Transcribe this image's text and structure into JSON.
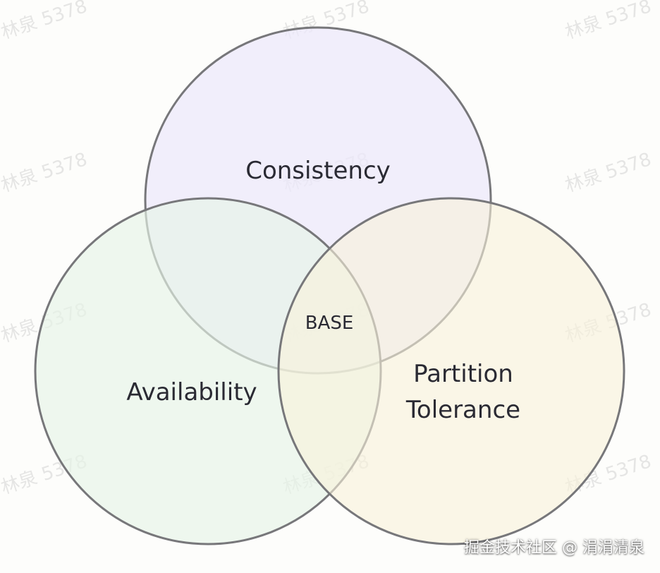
{
  "diagram": {
    "sets": [
      {
        "label": "Consistency",
        "fill": "#ece8fb",
        "stroke": "#77777a"
      },
      {
        "label": "Availability",
        "fill": "#e6f4e6",
        "stroke": "#77777a"
      },
      {
        "label_line1": "Partition",
        "label_line2": "Tolerance",
        "fill": "#f8f2da",
        "stroke": "#77777a"
      }
    ],
    "center_label": "BASE"
  },
  "watermark": "林泉 5378",
  "footer": "掘金技术社区 @ 涓涓清泉"
}
